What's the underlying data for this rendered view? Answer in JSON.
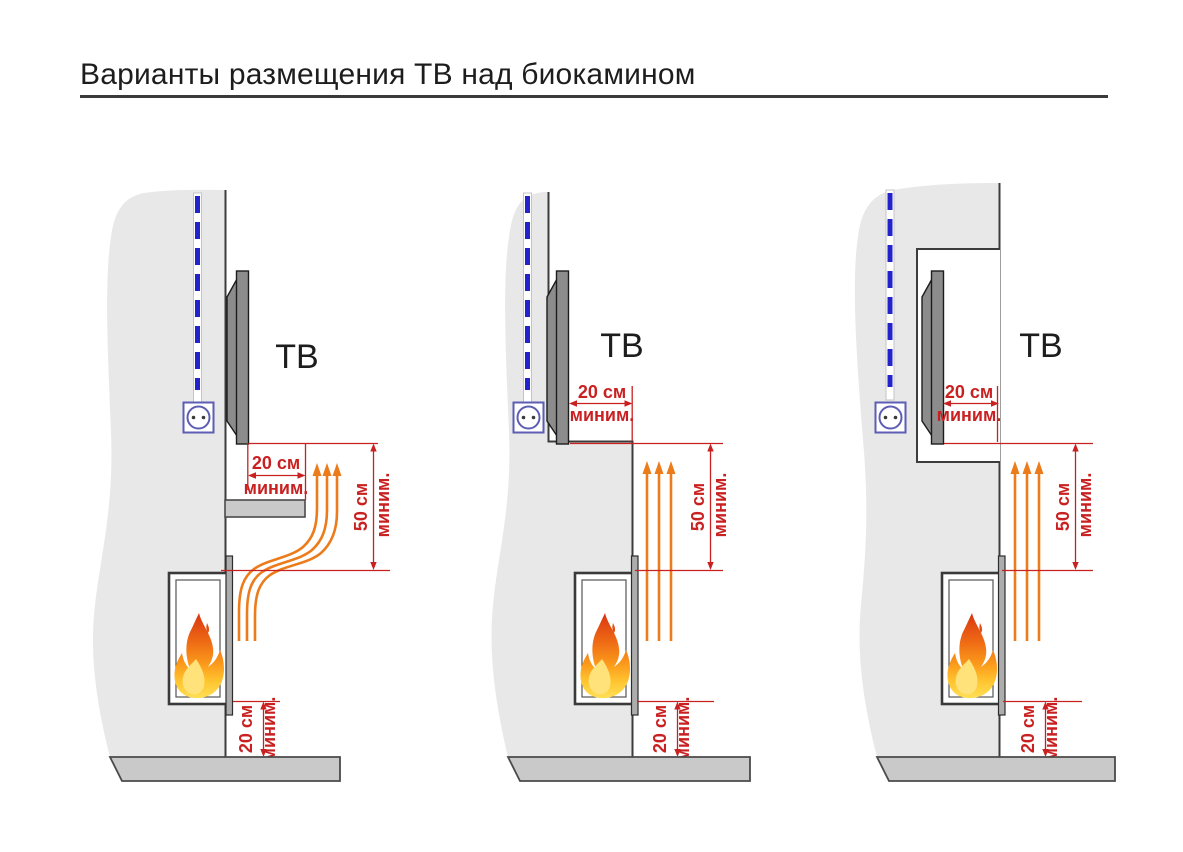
{
  "title": "Варианты размещения ТВ над биокамином",
  "colors": {
    "dimension_red": "#c92121",
    "cable_blue": "#2323cc",
    "outlet_blue": "#5d5db4",
    "heat_orange": "#ec7b1c",
    "wall_gray": "#e8e8e8",
    "floor_gray": "#c9c9c9",
    "tv_gray": "#8c8c8c",
    "flame_top": "#d93411",
    "flame_bottom": "#ffdf55"
  },
  "icons": {
    "power_cable": "blue dashed wire in wall channel",
    "power_outlet": "socket square with circle and two pins",
    "tv": "flat panel side view",
    "flame": "fire in bio-fireplace",
    "heat_flow": "orange rising arrows",
    "dimension_arrow": "red double-headed measure arrow"
  },
  "variants": [
    {
      "tv_label": "ТВ",
      "tv_clearance": {
        "value": "20 см",
        "qualifier": "миним."
      },
      "above_flame": {
        "value": "50 см",
        "qualifier": "миним."
      },
      "floor_clearance": {
        "value": "20 см",
        "qualifier": "миним."
      }
    },
    {
      "tv_label": "ТВ",
      "tv_clearance": {
        "value": "20 см",
        "qualifier": "миним."
      },
      "above_flame": {
        "value": "50 см",
        "qualifier": "миним."
      },
      "floor_clearance": {
        "value": "20 см",
        "qualifier": "миним."
      }
    },
    {
      "tv_label": "ТВ",
      "tv_clearance": {
        "value": "20 см",
        "qualifier": "миним."
      },
      "above_flame": {
        "value": "50 см",
        "qualifier": "миним."
      },
      "floor_clearance": {
        "value": "20 см",
        "qualifier": "миним."
      }
    }
  ]
}
